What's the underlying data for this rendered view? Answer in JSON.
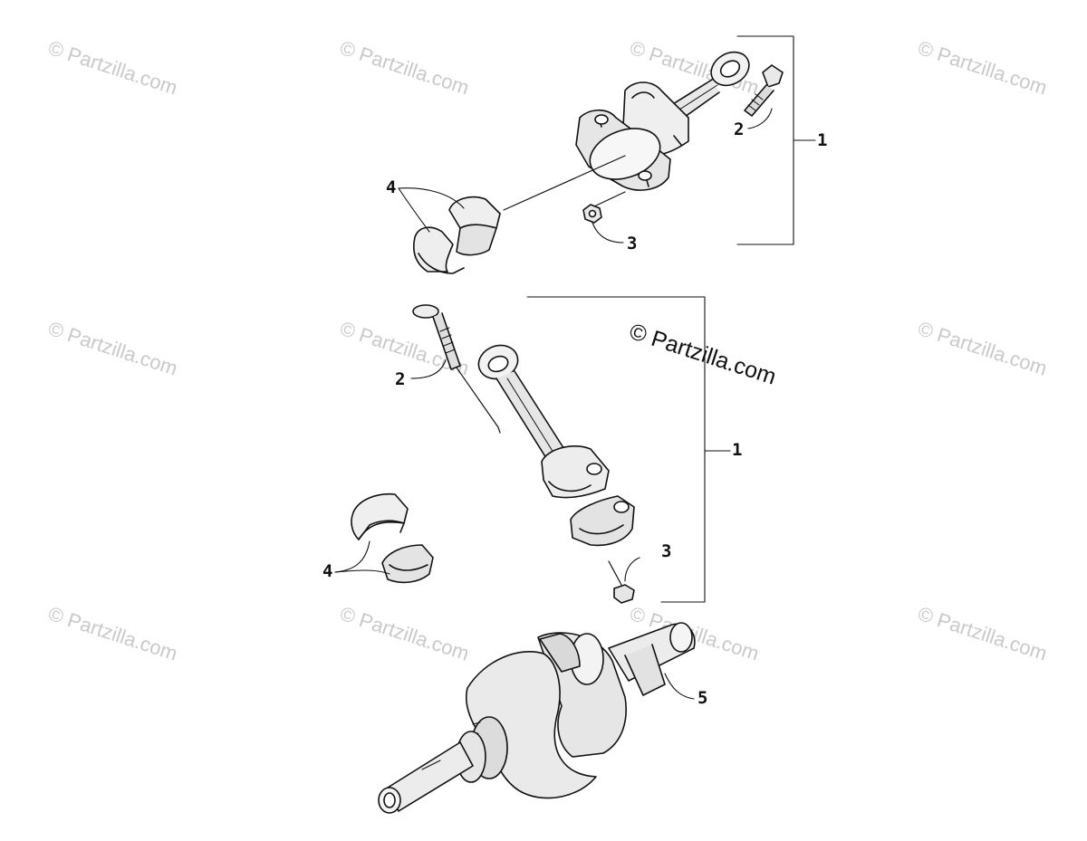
{
  "watermark": {
    "small_text": "© Partzilla.com",
    "main_text": "© Partzilla.com"
  },
  "callouts": {
    "upper": {
      "rod_assembly": "1",
      "bolt": "2",
      "nut": "3",
      "bearing": "4"
    },
    "middle": {
      "rod_assembly": "1",
      "bolt": "2",
      "nut": "3",
      "bearing": "4"
    },
    "crankshaft": "5"
  }
}
